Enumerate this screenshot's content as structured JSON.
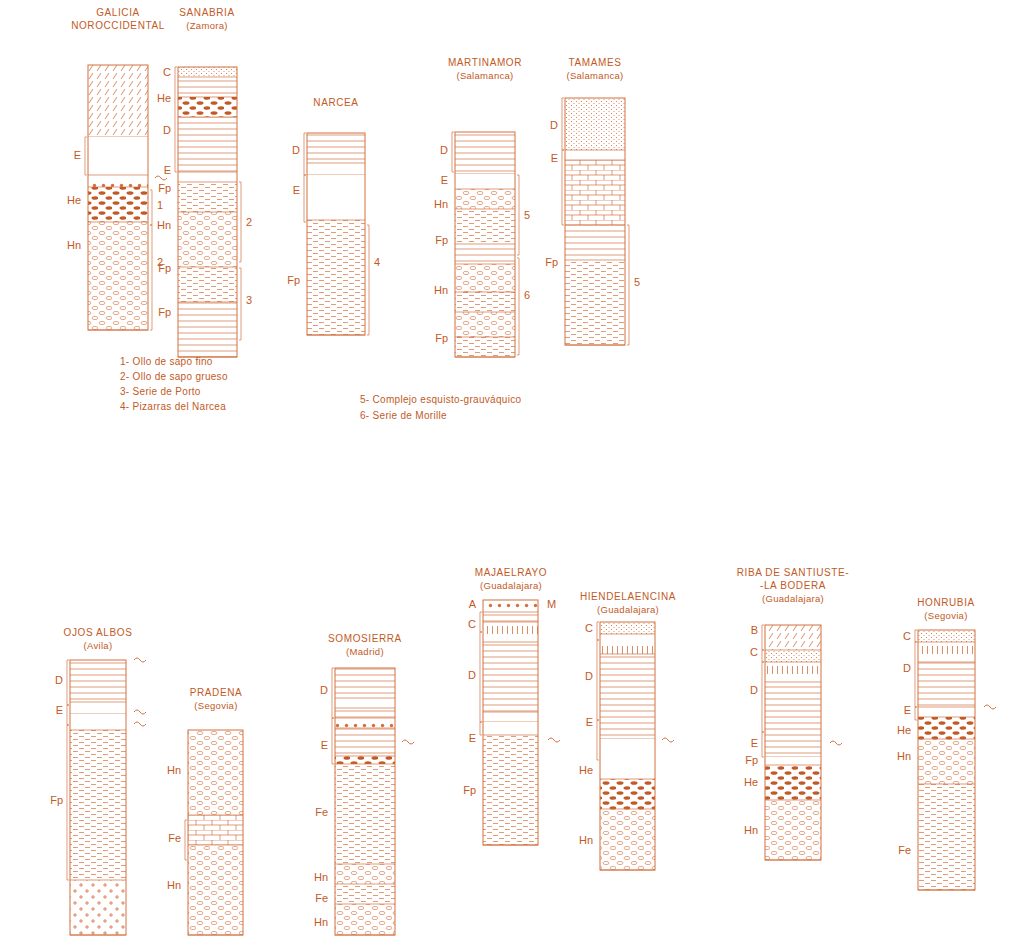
{
  "diagram": {
    "nodes": [
      {
        "text": [
          "GALICIA NOROCCIDENTAL"
        ]
      },
      {
        "text": [
          "SANABRIA",
          "(Zamora)"
        ]
      },
      {
        "text": [
          "NARCEA"
        ]
      },
      {
        "text": [
          "MARTINAMOR",
          "(Salamanca)"
        ]
      },
      {
        "text": [
          "TAMAMES",
          "(Salamanca)"
        ]
      },
      {
        "text": [
          "OJOS ALBOS",
          "(Avila)"
        ]
      },
      {
        "text": [
          "PRADENA",
          "(Segovia)"
        ]
      },
      {
        "text": [
          "SOMOSIERRA",
          "(Madrid)"
        ]
      },
      {
        "text": [
          "MAJAELRAYO",
          "(Guadalajara)"
        ]
      },
      {
        "text": [
          "HIENDELAENCINA",
          "(Guadalajara)"
        ]
      },
      {
        "text": [
          "RIBA DE SANTIUSTE- -LA BODERA",
          "(Guadalajara)"
        ]
      },
      {
        "text": [
          "HONRUBIA",
          "(Segovia)"
        ]
      }
    ],
    "labels": [
      "E",
      "He",
      "Hn",
      "1",
      "2",
      "C",
      "He",
      "D",
      "E",
      "Fp",
      "Hn",
      "Fp",
      "Fp",
      "2",
      "3",
      "D",
      "E",
      "Fp",
      "4",
      "D",
      "E",
      "Hn",
      "Fp",
      "Hn",
      "Fp",
      "5",
      "6",
      "D",
      "E",
      "Fp",
      "5",
      "1- Ollo de sapo fino",
      "2- Ollo de sapo grueso",
      "3- Serie de Porto",
      "4- Pizarras del Narcea",
      "5- Complejo esquisto-grauváquico",
      "6- Serie de Morille",
      "D",
      "E",
      "Fp",
      "Hn",
      "Fe",
      "Hn",
      "D",
      "E",
      "Fe",
      "Hn",
      "Fe",
      "Hn",
      "A",
      "C",
      "D",
      "E",
      "Fp",
      "M",
      "C",
      "D",
      "E",
      "He",
      "Hn",
      "B",
      "C",
      "D",
      "E",
      "Fp",
      "He",
      "Hn",
      "C",
      "D",
      "E",
      "He",
      "Hn",
      "Fe"
    ]
  }
}
